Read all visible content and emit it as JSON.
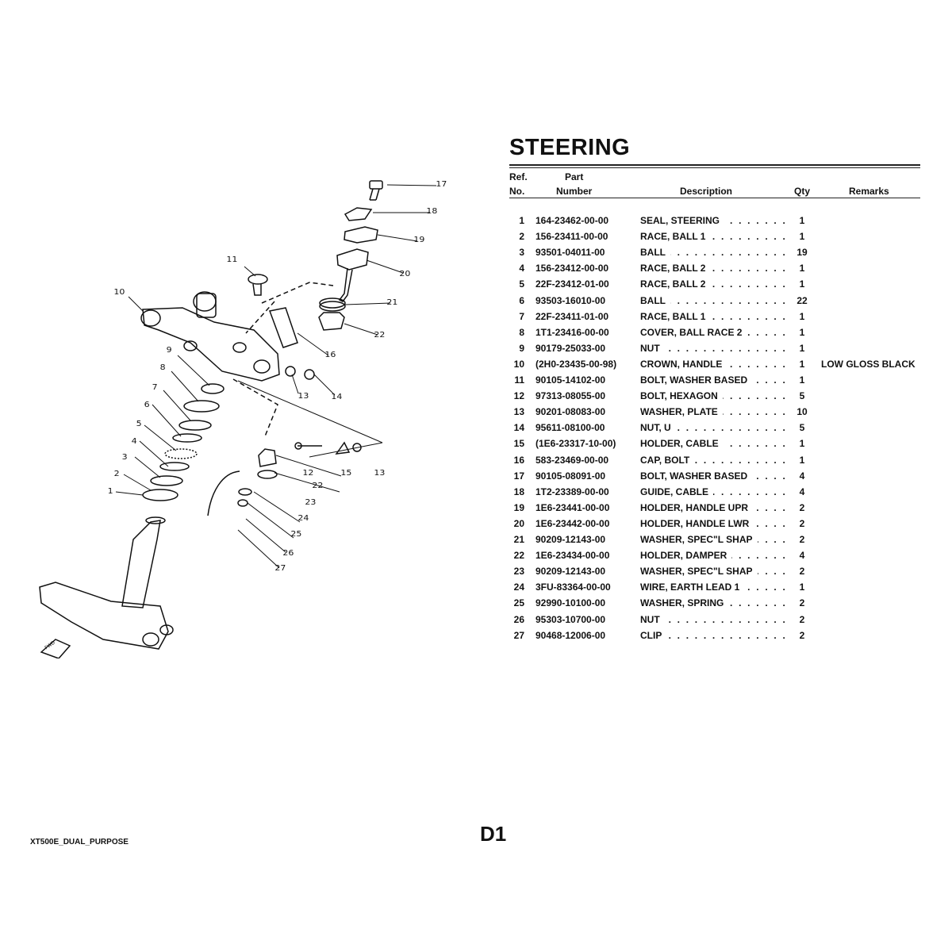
{
  "title": "STEERING",
  "headers": {
    "ref_line1": "Ref.",
    "ref_line2": "No.",
    "part_line1": "Part",
    "part_line2": "Number",
    "description": "Description",
    "qty": "Qty",
    "remarks": "Remarks"
  },
  "rows": [
    {
      "ref": "1",
      "part": "164-23462-00-00",
      "desc": "SEAL, STEERING",
      "qty": "1",
      "remarks": ""
    },
    {
      "ref": "2",
      "part": "156-23411-00-00",
      "desc": "RACE, BALL 1",
      "qty": "1",
      "remarks": ""
    },
    {
      "ref": "3",
      "part": "93501-04011-00",
      "desc": "BALL",
      "qty": "19",
      "remarks": ""
    },
    {
      "ref": "4",
      "part": "156-23412-00-00",
      "desc": "RACE, BALL 2",
      "qty": "1",
      "remarks": ""
    },
    {
      "ref": "5",
      "part": "22F-23412-01-00",
      "desc": "RACE, BALL 2",
      "qty": "1",
      "remarks": ""
    },
    {
      "ref": "6",
      "part": "93503-16010-00",
      "desc": "BALL",
      "qty": "22",
      "remarks": ""
    },
    {
      "ref": "7",
      "part": "22F-23411-01-00",
      "desc": "RACE, BALL 1",
      "qty": "1",
      "remarks": ""
    },
    {
      "ref": "8",
      "part": "1T1-23416-00-00",
      "desc": "COVER, BALL RACE 2",
      "qty": "1",
      "remarks": ""
    },
    {
      "ref": "9",
      "part": "90179-25033-00",
      "desc": "NUT",
      "qty": "1",
      "remarks": ""
    },
    {
      "ref": "10",
      "part": "(2H0-23435-00-98)",
      "desc": "CROWN, HANDLE",
      "qty": "1",
      "remarks": "LOW GLOSS BLACK"
    },
    {
      "ref": "11",
      "part": "90105-14102-00",
      "desc": "BOLT, WASHER BASED",
      "qty": "1",
      "remarks": ""
    },
    {
      "ref": "12",
      "part": "97313-08055-00",
      "desc": "BOLT, HEXAGON",
      "qty": "5",
      "remarks": ""
    },
    {
      "ref": "13",
      "part": "90201-08083-00",
      "desc": "WASHER, PLATE",
      "qty": "10",
      "remarks": ""
    },
    {
      "ref": "14",
      "part": "95611-08100-00",
      "desc": "NUT, U",
      "qty": "5",
      "remarks": ""
    },
    {
      "ref": "15",
      "part": "(1E6-23317-10-00)",
      "desc": "HOLDER, CABLE",
      "qty": "1",
      "remarks": ""
    },
    {
      "ref": "16",
      "part": "583-23469-00-00",
      "desc": "CAP, BOLT",
      "qty": "1",
      "remarks": ""
    },
    {
      "ref": "17",
      "part": "90105-08091-00",
      "desc": "BOLT, WASHER BASED",
      "qty": "4",
      "remarks": ""
    },
    {
      "ref": "18",
      "part": "1T2-23389-00-00",
      "desc": "GUIDE, CABLE",
      "qty": "4",
      "remarks": ""
    },
    {
      "ref": "19",
      "part": "1E6-23441-00-00",
      "desc": "HOLDER, HANDLE UPR",
      "qty": "2",
      "remarks": ""
    },
    {
      "ref": "20",
      "part": "1E6-23442-00-00",
      "desc": "HOLDER, HANDLE LWR",
      "qty": "2",
      "remarks": ""
    },
    {
      "ref": "21",
      "part": "90209-12143-00",
      "desc": "WASHER, SPEC\"L SHAP",
      "qty": "2",
      "remarks": ""
    },
    {
      "ref": "22",
      "part": "1E6-23434-00-00",
      "desc": "HOLDER, DAMPER",
      "qty": "4",
      "remarks": ""
    },
    {
      "ref": "23",
      "part": "90209-12143-00",
      "desc": "WASHER, SPEC\"L SHAP",
      "qty": "2",
      "remarks": ""
    },
    {
      "ref": "24",
      "part": "3FU-83364-00-00",
      "desc": "WIRE, EARTH LEAD 1",
      "qty": "1",
      "remarks": ""
    },
    {
      "ref": "25",
      "part": "92990-10100-00",
      "desc": "WASHER, SPRING",
      "qty": "2",
      "remarks": ""
    },
    {
      "ref": "26",
      "part": "95303-10700-00",
      "desc": "NUT",
      "qty": "2",
      "remarks": ""
    },
    {
      "ref": "27",
      "part": "90468-12006-00",
      "desc": "CLIP",
      "qty": "2",
      "remarks": ""
    }
  ],
  "diagram": {
    "callouts": [
      "17",
      "18",
      "19",
      "20",
      "21",
      "22",
      "16",
      "14",
      "13",
      "11",
      "10",
      "9",
      "8",
      "7",
      "6",
      "5",
      "4",
      "3",
      "2",
      "1",
      "12",
      "22",
      "15",
      "13",
      "23",
      "24",
      "25",
      "26",
      "27"
    ],
    "fwd_label": "FWD"
  },
  "footer": {
    "model": "XT500E_DUAL_PURPOSE",
    "page": "D1"
  }
}
